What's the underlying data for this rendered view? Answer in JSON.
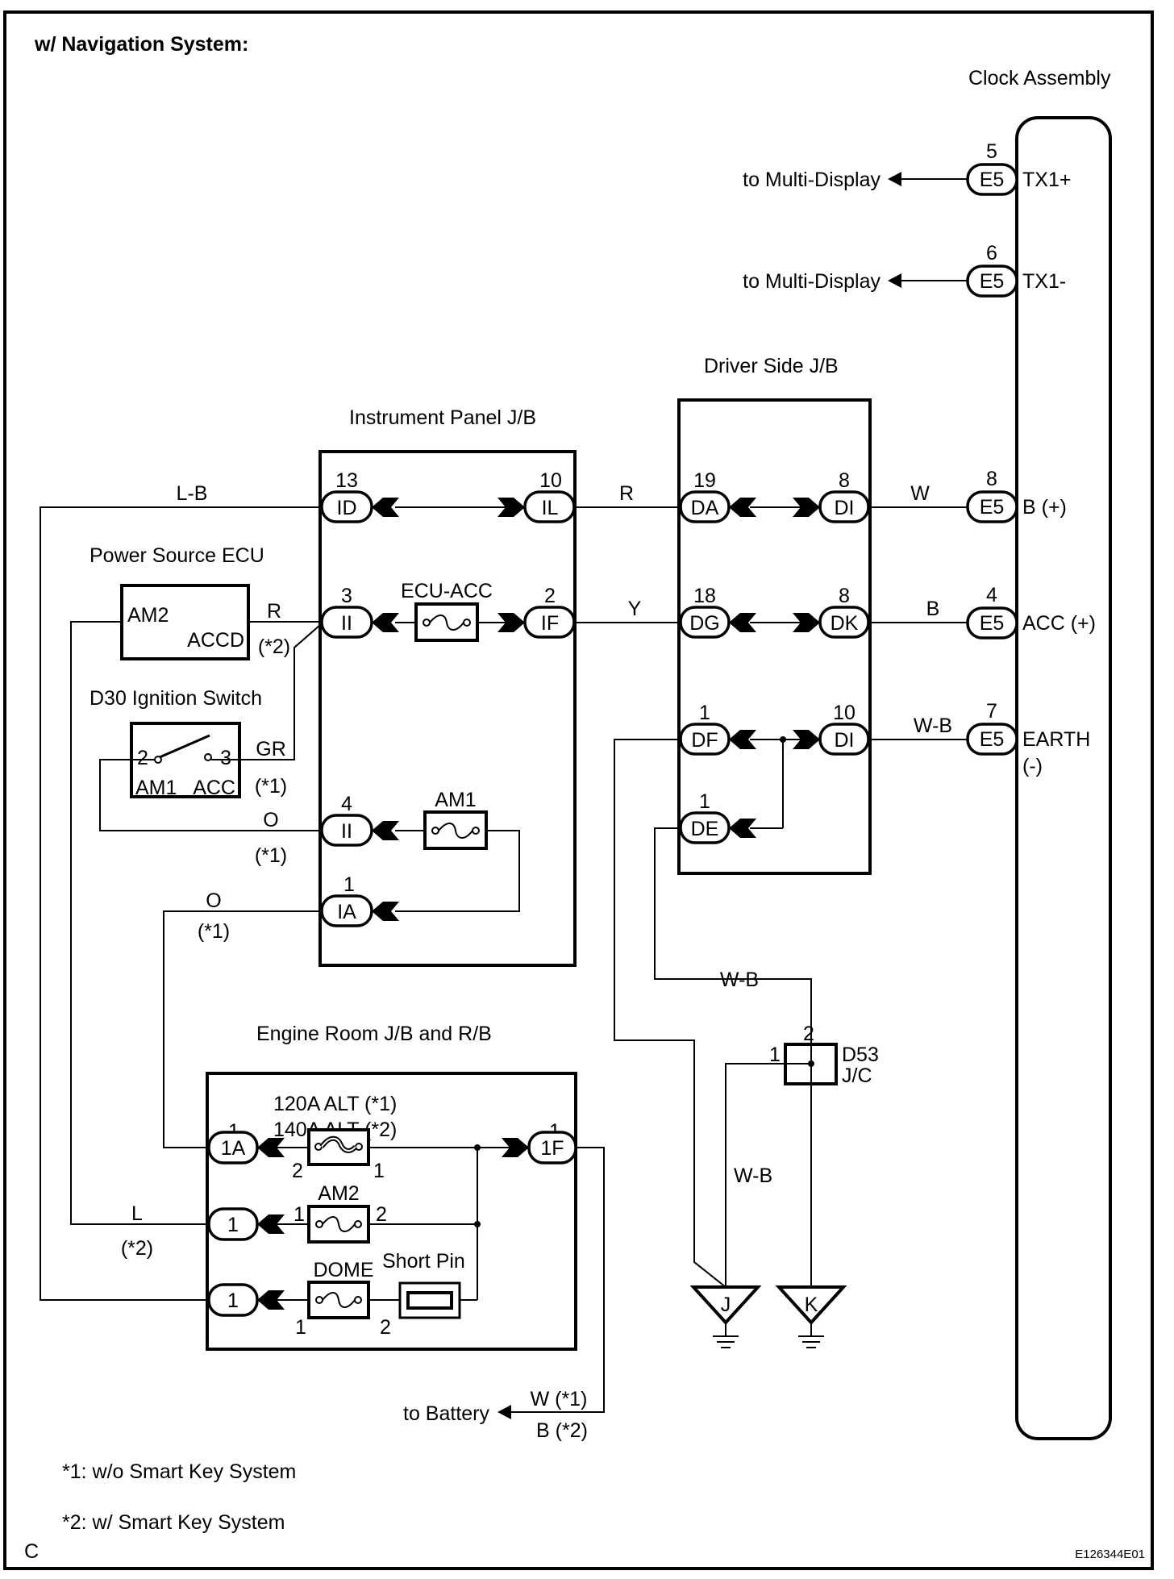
{
  "title": "w/ Navigation System:",
  "figure_code": "C",
  "image_id": "E126344E01",
  "components": {
    "clock_assembly": {
      "label": "Clock Assembly",
      "pins": [
        {
          "no": "5",
          "conn": "E5",
          "name": "TX1+",
          "wire": "",
          "dest": "to Multi-Display"
        },
        {
          "no": "6",
          "conn": "E5",
          "name": "TX1-",
          "wire": "",
          "dest": "to Multi-Display"
        },
        {
          "no": "8",
          "conn": "E5",
          "name": "B (+)",
          "wire": "W"
        },
        {
          "no": "4",
          "conn": "E5",
          "name": "ACC (+)",
          "wire": "B"
        },
        {
          "no": "7",
          "conn": "E5",
          "name": "EARTH",
          "name2": "(-)",
          "wire": "W-B"
        }
      ]
    },
    "driver_jb": {
      "label": "Driver Side J/B",
      "rows": [
        {
          "left_no": "19",
          "left": "DA",
          "right_no": "8",
          "right": "DI",
          "in_wire": "R"
        },
        {
          "left_no": "18",
          "left": "DG",
          "right_no": "8",
          "right": "DK",
          "in_wire": "Y"
        },
        {
          "left_no": "1",
          "left": "DF",
          "right_no": "10",
          "right": "DI"
        },
        {
          "left_no": "1",
          "left": "DE"
        }
      ]
    },
    "instrument_jb": {
      "label": "Instrument Panel J/B",
      "rows": [
        {
          "left_no": "13",
          "left": "ID",
          "right_no": "10",
          "right": "IL",
          "in_wire": "L-B"
        },
        {
          "left_no": "3",
          "left": "II",
          "right_no": "2",
          "right": "IF",
          "fuse": "ECU-ACC"
        },
        {
          "left_no": "4",
          "left": "II",
          "fuse": "AM1",
          "in_wire": "O",
          "in_note": "(*1)"
        },
        {
          "left_no": "1",
          "left": "IA",
          "in_wire": "O",
          "in_note": "(*1)"
        }
      ]
    },
    "power_source_ecu": {
      "label": "Power Source ECU",
      "pin_left": "AM2",
      "pin_right": "ACCD",
      "wire": "R",
      "note": "(*2)"
    },
    "ignition_switch": {
      "label": "D30 Ignition Switch",
      "pin_left_no": "2",
      "pin_right_no": "3",
      "pin_left": "AM1",
      "pin_right": "ACC",
      "wire": "GR",
      "note": "(*1)"
    },
    "engine_room_jb": {
      "label": "Engine Room J/B and R/B",
      "alt_fuse_1": "120A ALT (*1)",
      "alt_fuse_2": "140A ALT (*2)",
      "conn_1a_no": "1",
      "conn_1a": "1A",
      "conn_1f_no": "1",
      "conn_1f": "1F",
      "am2_fuse": "AM2",
      "dome_fuse": "DOME",
      "short_pin": "Short Pin",
      "conn_am2": "1",
      "conn_dome": "1",
      "pin1": "1",
      "pin2": "2",
      "wire_l": "L",
      "wire_l_note": "(*2)"
    },
    "junction_d53": {
      "label1": "D53",
      "label2": "J/C",
      "pin1": "1",
      "pin2": "2",
      "wire_top": "W-B",
      "wire_side": "W-B"
    },
    "grounds": [
      "J",
      "K"
    ],
    "battery": {
      "dest": "to Battery",
      "wire1": "W (*1)",
      "wire2": "B (*2)"
    }
  },
  "notes": [
    "*1: w/o Smart Key System",
    "*2: w/ Smart Key System"
  ]
}
